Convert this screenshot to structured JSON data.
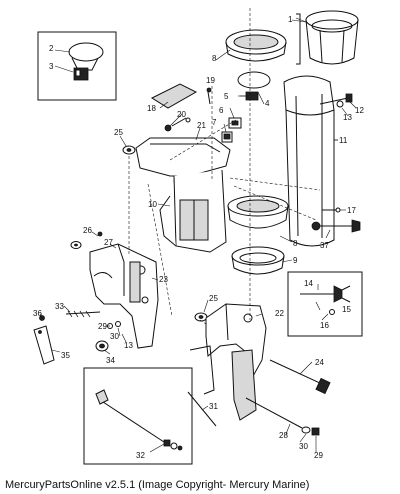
{
  "diagram": {
    "labels": {
      "p1": "1",
      "p2": "2",
      "p3": "3",
      "p4": "4",
      "p5": "5",
      "p6": "6",
      "p7": "7",
      "p8a": "8",
      "p8b": "8",
      "p9": "9",
      "p10": "10",
      "p11": "11",
      "p12": "12",
      "p13a": "13",
      "p13b": "13",
      "p14": "14",
      "p15": "15",
      "p16": "16",
      "p17": "17",
      "p18": "18",
      "p19": "19",
      "p20": "20",
      "p21": "21",
      "p22": "22",
      "p23": "23",
      "p24": "24",
      "p25a": "25",
      "p25b": "25",
      "p26": "26",
      "p27": "27",
      "p28": "28",
      "p29a": "29",
      "p29b": "29",
      "p30a": "30",
      "p30b": "30",
      "p31": "31",
      "p32": "32",
      "p33": "33",
      "p34": "34",
      "p35": "35",
      "p36": "36",
      "p37": "37"
    }
  },
  "footer": {
    "text": "MercuryPartsOnline v2.5.1 (Image Copyright- Mercury Marine)"
  }
}
